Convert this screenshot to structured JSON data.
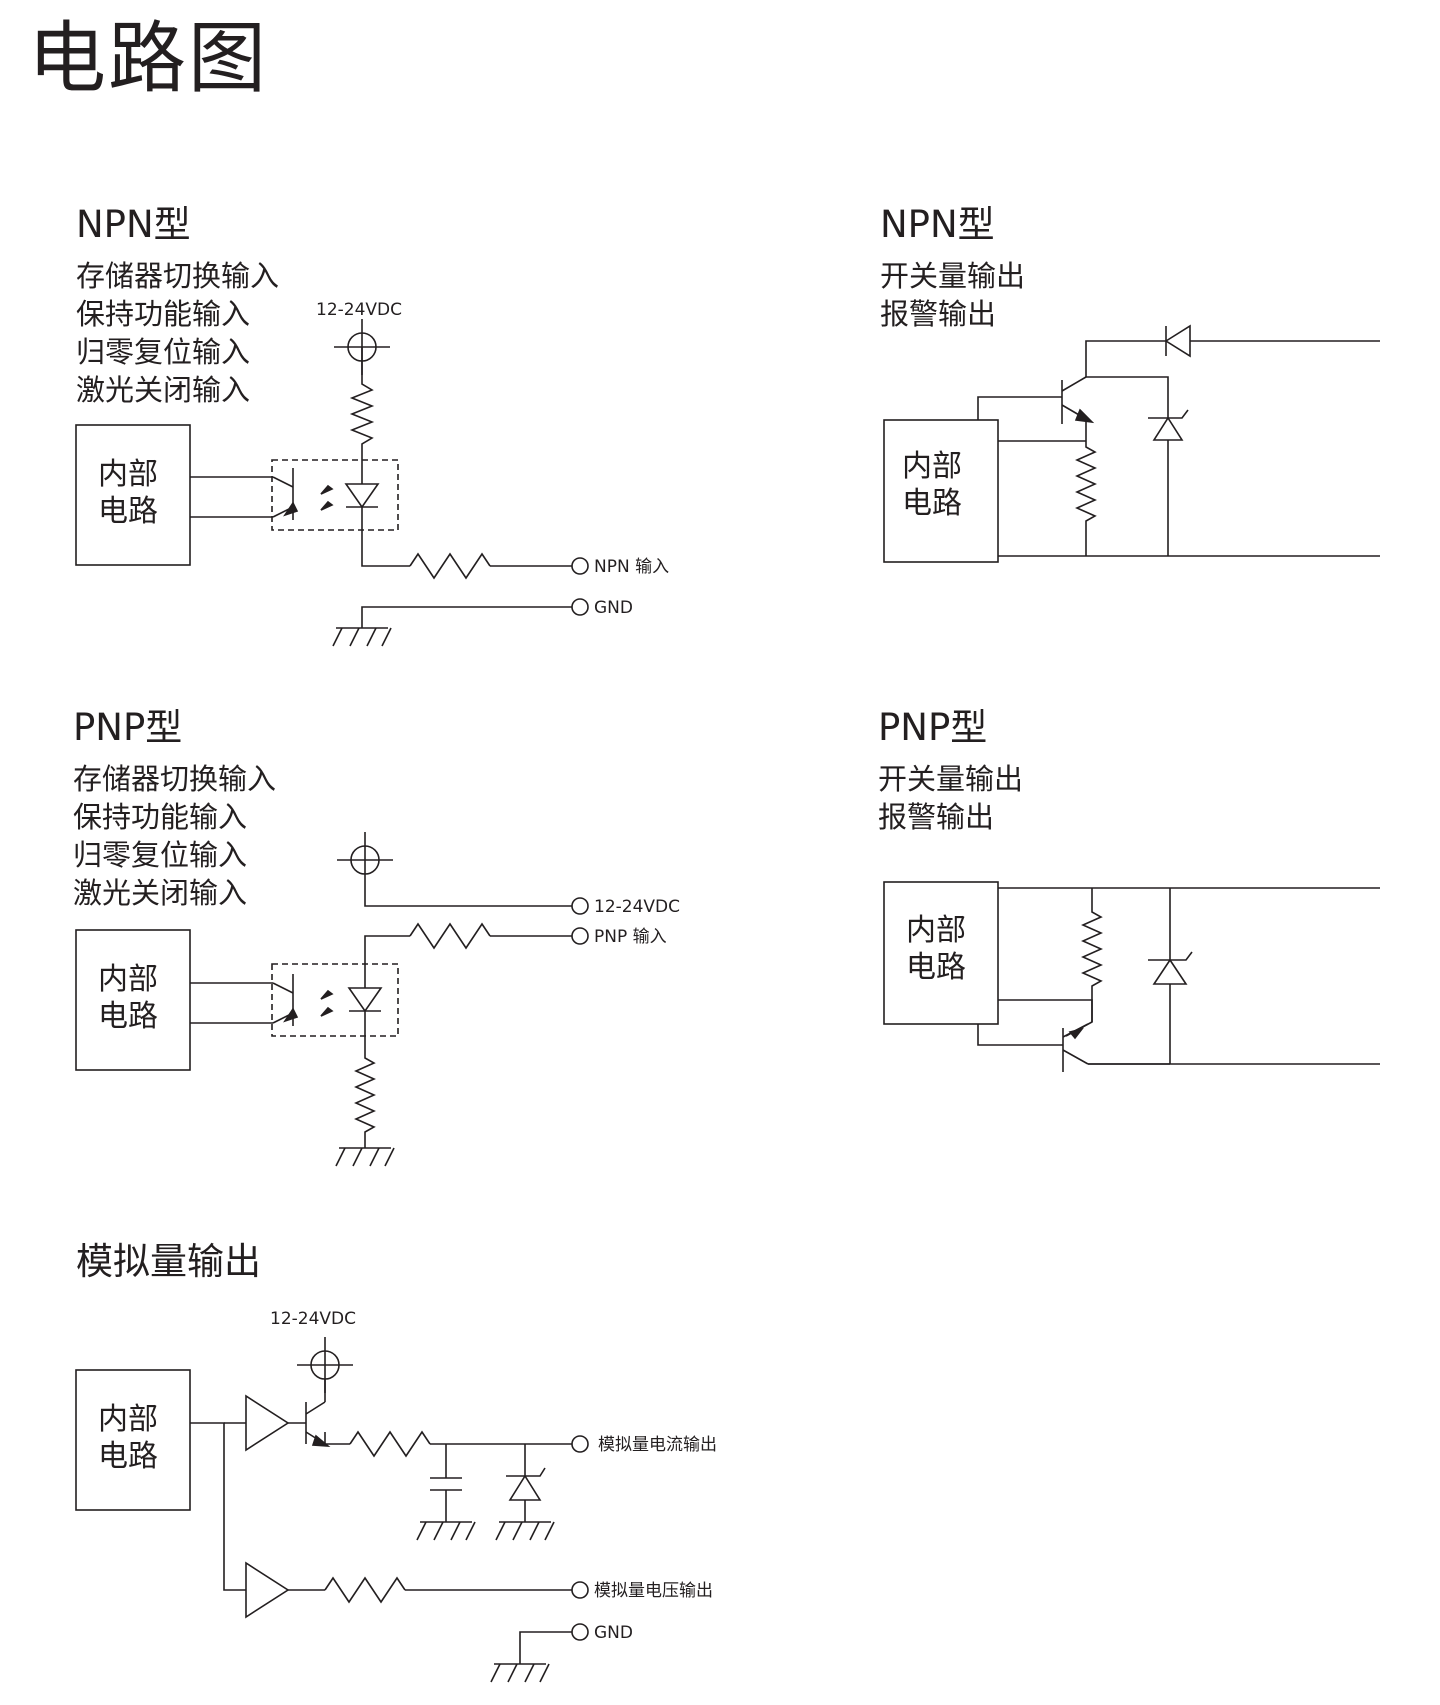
{
  "page_title": "电路图",
  "sections": {
    "npn_input": {
      "title": "NPN型",
      "lines": [
        "存储器切换输入",
        "保持功能输入",
        "归零复位输入",
        "激光关闭输入"
      ],
      "supply_label": "12-24VDC",
      "terminals": [
        "NPN 输入",
        "GND"
      ]
    },
    "npn_output": {
      "title": "NPN型",
      "lines": [
        "开关量输出",
        "报警输出"
      ]
    },
    "pnp_input": {
      "title": "PNP型",
      "lines": [
        "存储器切换输入",
        "保持功能输入",
        "归零复位输入",
        "激光关闭输入"
      ],
      "terminals": [
        "12-24VDC",
        "PNP 输入"
      ]
    },
    "pnp_output": {
      "title": "PNP型",
      "lines": [
        "开关量输出",
        "报警输出"
      ]
    },
    "analog_output": {
      "title": "模拟量输出",
      "supply_label": "12-24VDC",
      "terminals": [
        "模拟量电流输出",
        "模拟量电压输出",
        "GND"
      ]
    }
  },
  "internal_circuit_box": {
    "line1": "内部",
    "line2": "电路"
  }
}
